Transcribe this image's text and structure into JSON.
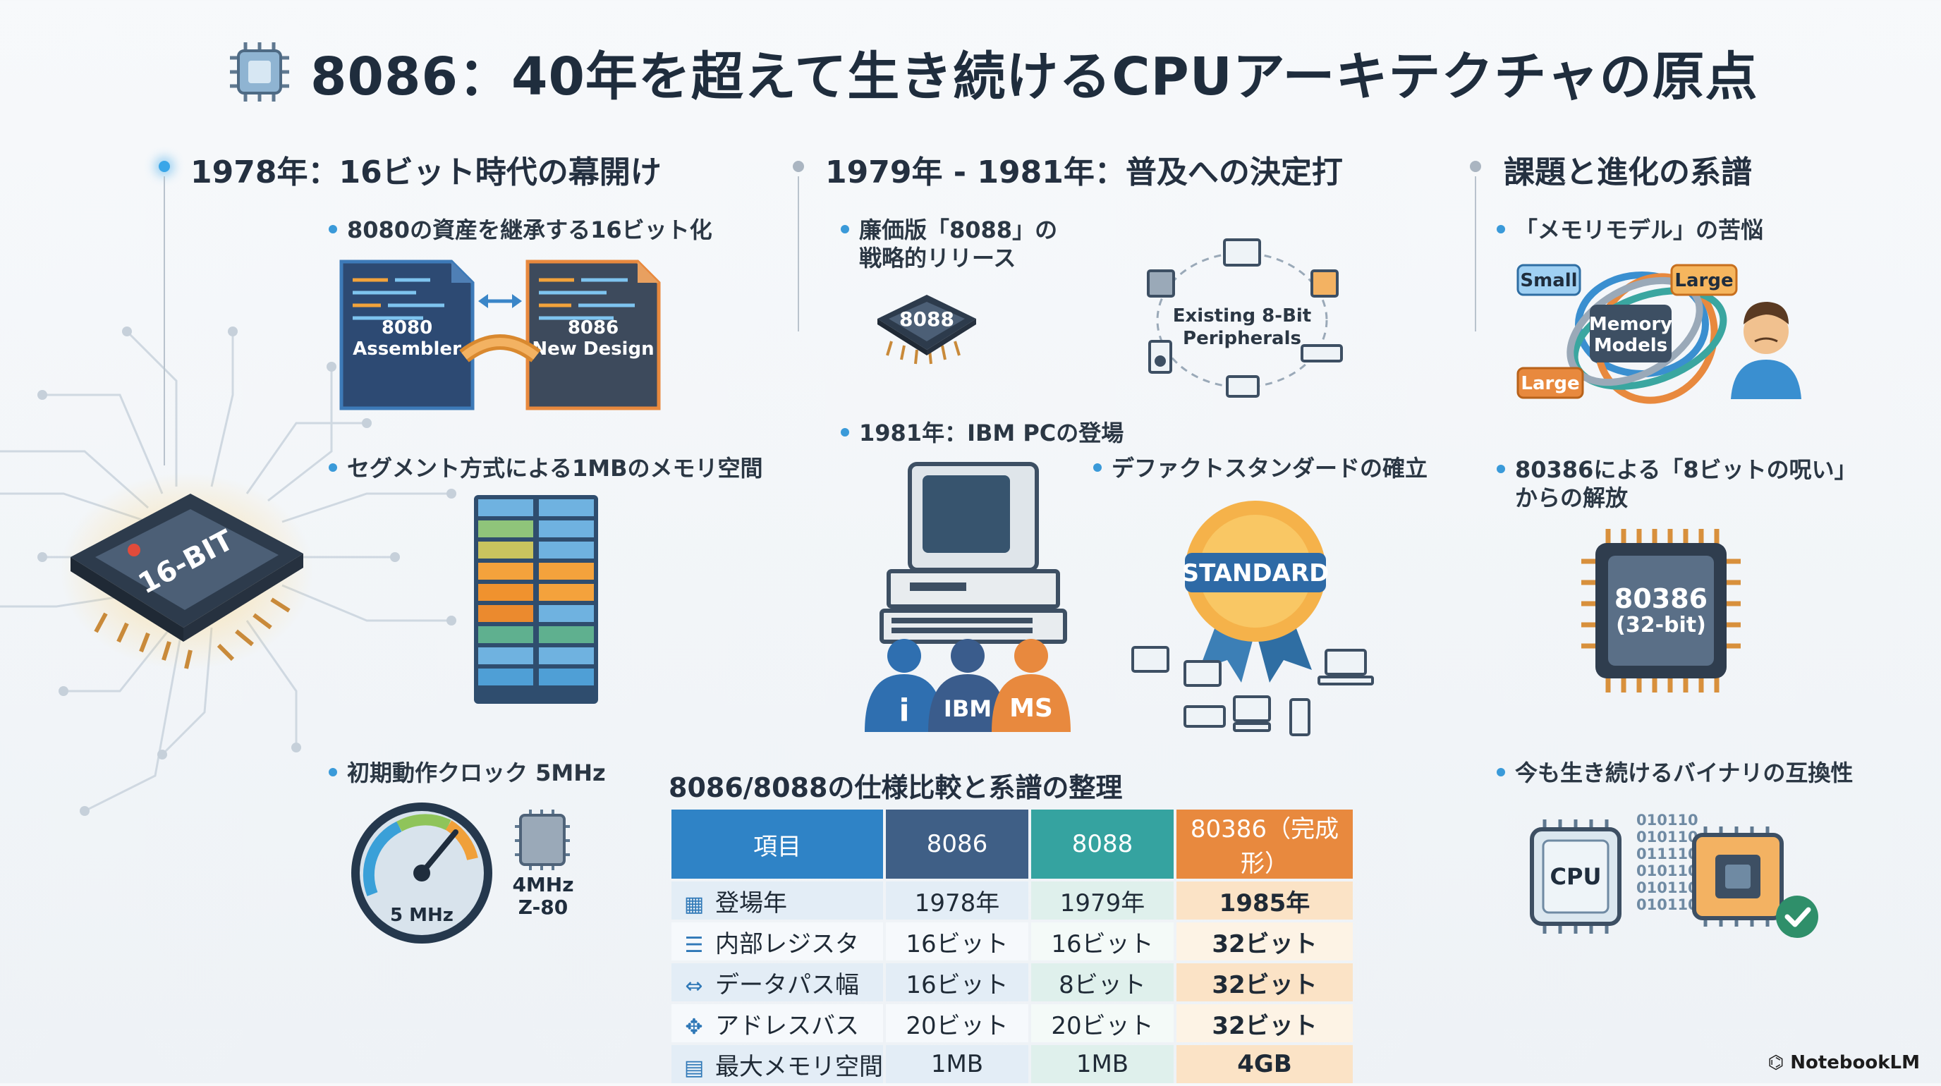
{
  "title": "8086：40年を超えて生き続けるCPUアーキテクチャの原点",
  "columns": [
    {
      "heading": "1978年：16ビット時代の幕開け",
      "bullets": [
        "8080の資産を継承する16ビット化",
        "セグメント方式による1MBのメモリ空間",
        "初期動作クロック 5MHz"
      ]
    },
    {
      "heading": "1979年 - 1981年：普及への決定打",
      "bullets": [
        "廉価版「8088」の",
        "戦略的リリース",
        "1981年：IBM PCの登場",
        "デファクトスタンダードの確立"
      ]
    },
    {
      "heading": "課題と進化の系譜",
      "bullets": [
        "「メモリモデル」の苦悩",
        "80386による「8ビットの呪い」",
        "からの解放",
        "今も生き続けるバイナリの互換性"
      ]
    }
  ],
  "illustrations": {
    "chip_main": "16-BIT",
    "doc_left": [
      "8080",
      "Assembler"
    ],
    "doc_right": [
      "8086",
      "New Design"
    ],
    "chip_8088": "8088",
    "peripherals": [
      "Existing 8-Bit",
      "Peripherals"
    ],
    "ibm_logos": [
      "i",
      "IBM",
      "MS"
    ],
    "badge": "STANDARD",
    "gauge": "5 MHz",
    "gauge_side": [
      "4MHz",
      "Z-80"
    ],
    "memory_models": {
      "small": "Small",
      "large_top": "Large",
      "large_bottom": "Large",
      "center": [
        "Memory",
        "Models"
      ]
    },
    "chip_80386": [
      "80386",
      "(32-bit)"
    ],
    "cpu_label": "CPU",
    "binary": [
      "010110",
      "010110",
      "011110",
      "010110",
      "010110",
      "010110"
    ]
  },
  "table": {
    "title": "8086/8088の仕様比較と系譜の整理",
    "headers": [
      "項目",
      "8086",
      "8088",
      "80386（完成形）"
    ],
    "rows": [
      {
        "icon": "calendar-icon",
        "glyph": "▦",
        "cells": [
          "登場年",
          "1978年",
          "1979年",
          "1985年"
        ]
      },
      {
        "icon": "register-icon",
        "glyph": "☰",
        "cells": [
          "内部レジスタ",
          "16ビット",
          "16ビット",
          "32ビット"
        ]
      },
      {
        "icon": "bus-width-icon",
        "glyph": "⇔",
        "cells": [
          "データパス幅",
          "16ビット",
          "8ビット",
          "32ビット"
        ]
      },
      {
        "icon": "address-icon",
        "glyph": "✥",
        "cells": [
          "アドレスバス",
          "20ビット",
          "20ビット",
          "32ビット"
        ]
      },
      {
        "icon": "memory-icon",
        "glyph": "▤",
        "cells": [
          "最大メモリ空間",
          "1MB",
          "1MB",
          "4GB"
        ]
      }
    ]
  },
  "brand": "NotebookLM",
  "colors": {
    "accent_blue": "#3a9ad9",
    "accent_orange": "#e8893e",
    "accent_teal": "#35a3a0",
    "chip_dark": "#3c4c60"
  }
}
